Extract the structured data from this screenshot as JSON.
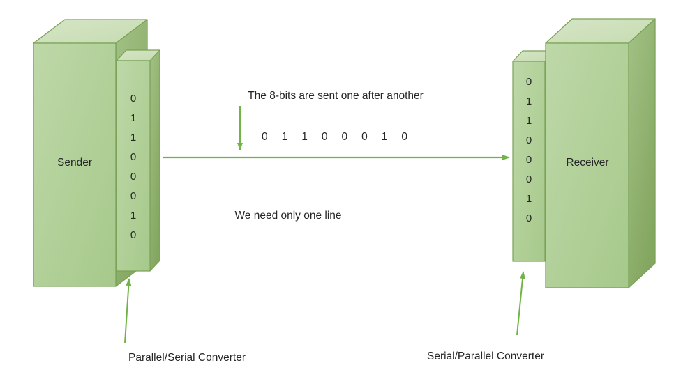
{
  "diagram": {
    "sender": {
      "label": "Sender"
    },
    "receiver": {
      "label": "Receiver"
    },
    "sender_converter": {
      "bits": [
        "0",
        "1",
        "1",
        "0",
        "0",
        "0",
        "1",
        "0"
      ],
      "caption": "Parallel/Serial Converter"
    },
    "receiver_converter": {
      "bits": [
        "0",
        "1",
        "1",
        "0",
        "0",
        "0",
        "1",
        "0"
      ],
      "caption": "Serial/Parallel Converter"
    },
    "annotations": {
      "serial_note": "The 8-bits are sent one after another",
      "serial_bits": "0 1 1 0 0 0 1 0",
      "line_note": "We need only one line"
    },
    "colors": {
      "box_top_light": "#d5e5c5",
      "box_top_dark": "#c6dcb2",
      "box_front_light": "#bed8a8",
      "box_front_dark": "#a6c98b",
      "box_side_light": "#a3c286",
      "box_side_dark": "#83a660",
      "box_stroke": "#7ba258",
      "arrow": "#72b347",
      "text": "#262626"
    }
  }
}
